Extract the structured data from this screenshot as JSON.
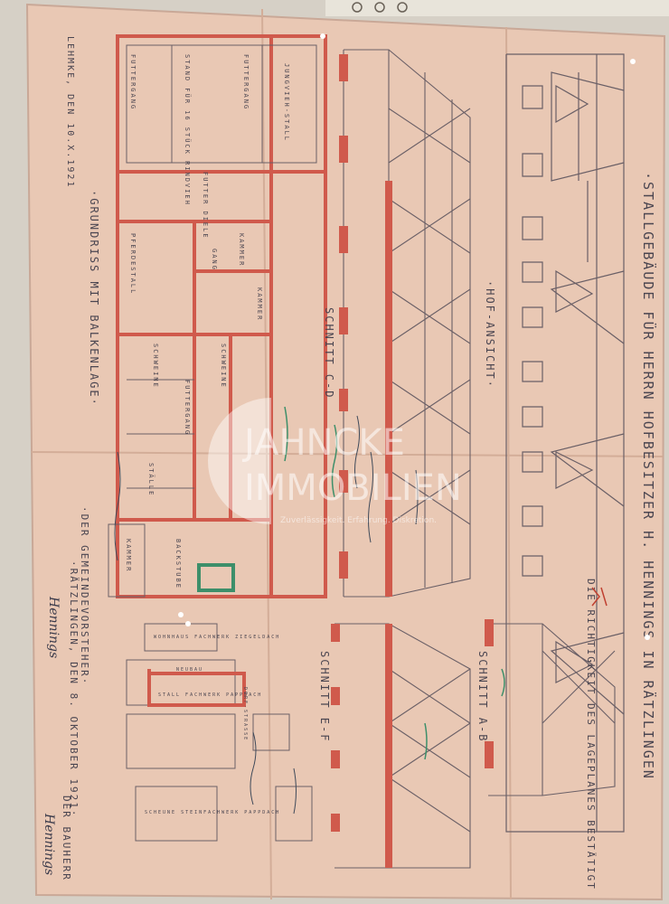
{
  "title": "·STALLGEBÄUDE FÜR HERRN HOFBESITZER H. HENNINGS IN RÄTZLINGEN",
  "views": {
    "hof_ansicht": "·HOF-ANSICHT·",
    "schnitt_cd": "SCHNITT C-D",
    "schnitt_ab": "SCHNITT A-B",
    "schnitt_ef": "SCHNITT E-F"
  },
  "grundriss": "·GRUNDRISS MIT BALKENLAGE·",
  "rooms": {
    "jungvieh": "JUNGVIEH-STALL",
    "futtergang1": "FUTTERGANG",
    "stand": "STAND FÜR 16 STÜCK RINDVIEH",
    "futtergang2": "FUTTERGANG",
    "futterdiele": "FUTTER DIELE",
    "pferdestall": "PFERDESTALL",
    "kammer1": "KAMMER",
    "gang": "GANG",
    "kammer2": "KAMMER",
    "schweine1": "SCHWEINE",
    "schweine2": "SCHWEINE",
    "futtergang3": "FUTTERGANG",
    "staelle": "STÄLLE",
    "backstube": "BACKSTUBE",
    "kammer3": "KAMMER"
  },
  "lageplan": {
    "wohnhaus": "WOHNHAUS FACHWERK ZIEGELDACH",
    "neubau": "NEUBAU",
    "stall": "STALL FACHWERK PAPPDACH",
    "dorfstrasse": "DORF-STRASSE",
    "scheune": "SCHEUNE STEINFACHWERK PAPPDACH"
  },
  "date_left": "LEHMKE, DEN 10.X.1921",
  "certification": "DIE RICHTIGKEIT DES LAGEPLANES BESTÄTIGT",
  "place_date": "·RÄTZLINGEN, DEN 8. OKTOBER 1921·",
  "gemeindevorsteher": "·DER GEMEINDEVORSTEHER·",
  "bauherr": "DER BAUHERR",
  "signatures": {
    "gemeinde": "Hennings",
    "bauherr": "Hennings"
  },
  "watermark": {
    "name1": "JAHNCKE",
    "name2": "IMMOBILIEN",
    "tagline": "Zuverlässigkeit. Erfahrung. Diskretion."
  },
  "colors": {
    "paper": "#e9c8b4",
    "ink": "#5c5260",
    "red": "#d05a4c",
    "green": "#3d8f6a",
    "background": "#d9d3c9"
  }
}
